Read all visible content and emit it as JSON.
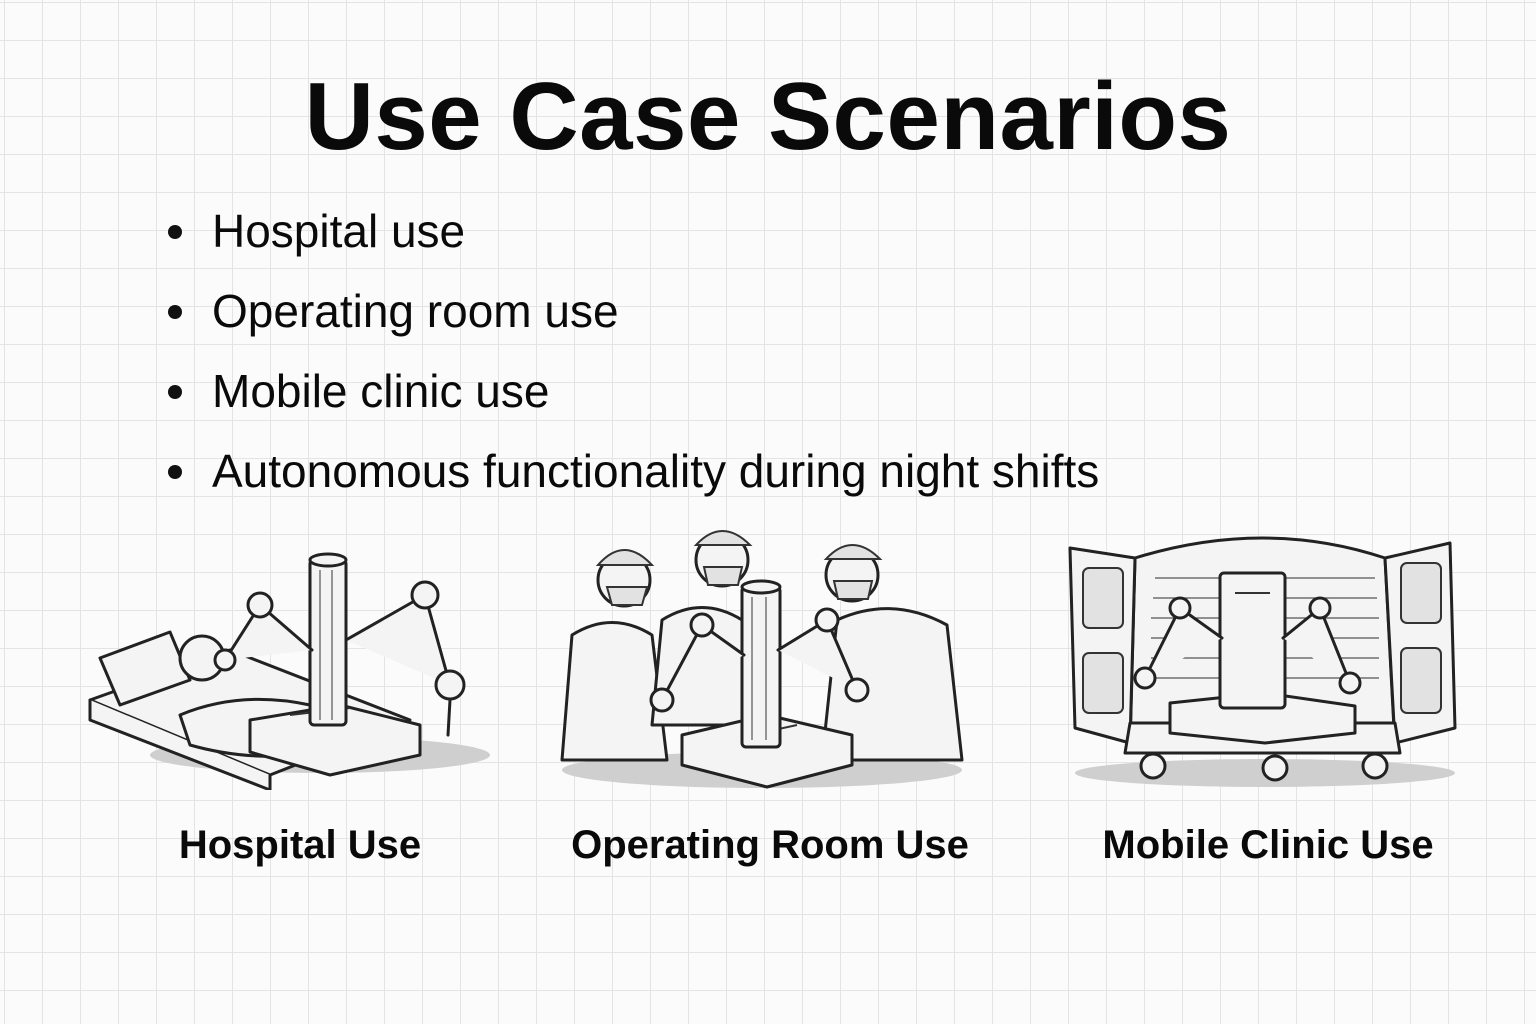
{
  "title": "Use Case Scenarios",
  "bullets": [
    "Hospital use",
    "Operating room use",
    "Mobile clinic use",
    "Autonomous functionality during night shifts"
  ],
  "scenarios": [
    {
      "caption": "Hospital Use",
      "icon": "hospital-bed-robot-illustration"
    },
    {
      "caption": "Operating Room Use",
      "icon": "surgeons-robot-illustration"
    },
    {
      "caption": "Mobile Clinic Use",
      "icon": "van-robot-illustration"
    }
  ]
}
